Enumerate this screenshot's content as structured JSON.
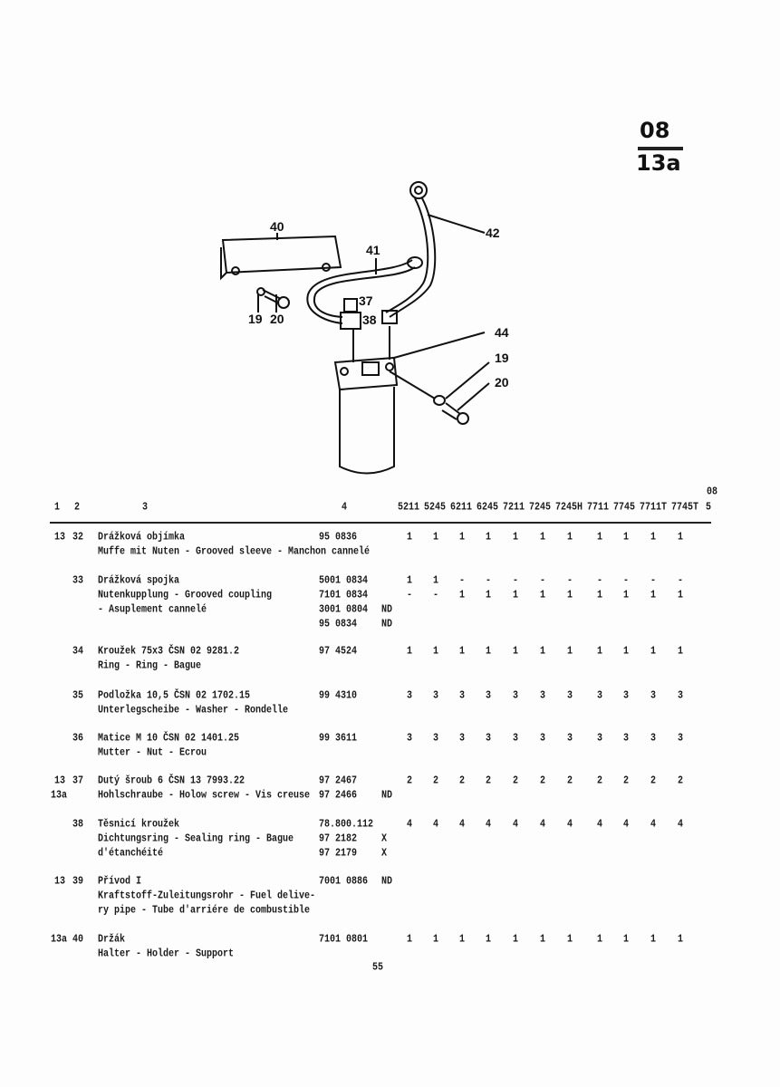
{
  "section": {
    "top": "08",
    "bottom": "13a"
  },
  "diagram": {
    "callouts": [
      "40",
      "41",
      "42",
      "37",
      "38",
      "19",
      "20",
      "44",
      "19",
      "20"
    ]
  },
  "table": {
    "corner_label": "08",
    "headers": {
      "c1": "1",
      "c2": "2",
      "c3": "3",
      "c4": "4",
      "c5": "5",
      "models": [
        "5211",
        "5245",
        "6211",
        "6245",
        "7211",
        "7245",
        "7245H",
        "7711",
        "7745",
        "7711T",
        "7745T"
      ]
    },
    "rows": [
      {
        "fig": "13",
        "pos": "32",
        "lines": [
          "Drážková objímka",
          "Muffe mit Nuten - Grooved sleeve - Manchon cannelé"
        ],
        "parts": [
          {
            "no": "95 0836",
            "note": "",
            "qty": [
              "1",
              "1",
              "1",
              "1",
              "1",
              "1",
              "1",
              "1",
              "1",
              "1",
              "1"
            ]
          }
        ]
      },
      {
        "fig": "",
        "pos": "33",
        "lines": [
          "Drážková spojka",
          "Nutenkupplung - Grooved coupling",
          "- Asuplement cannelé"
        ],
        "parts": [
          {
            "no": "5001 0834",
            "note": "",
            "qty": [
              "1",
              "1",
              "-",
              "-",
              "-",
              "-",
              "-",
              "-",
              "-",
              "-",
              "-"
            ]
          },
          {
            "no": "7101 0834",
            "note": "",
            "qty": [
              "-",
              "-",
              "1",
              "1",
              "1",
              "1",
              "1",
              "1",
              "1",
              "1",
              "1"
            ]
          },
          {
            "no": "3001 0804",
            "note": "ND",
            "qty": []
          },
          {
            "no": "95 0834",
            "note": "ND",
            "qty": []
          }
        ]
      },
      {
        "fig": "",
        "pos": "34",
        "lines": [
          "Kroužek 75x3 ČSN 02 9281.2",
          "Ring - Ring - Bague"
        ],
        "parts": [
          {
            "no": "97 4524",
            "note": "",
            "qty": [
              "1",
              "1",
              "1",
              "1",
              "1",
              "1",
              "1",
              "1",
              "1",
              "1",
              "1"
            ]
          }
        ]
      },
      {
        "fig": "",
        "pos": "35",
        "lines": [
          "Podložka 10,5 ČSN 02 1702.15",
          "Unterlegscheibe - Washer - Rondelle"
        ],
        "parts": [
          {
            "no": "99 4310",
            "note": "",
            "qty": [
              "3",
              "3",
              "3",
              "3",
              "3",
              "3",
              "3",
              "3",
              "3",
              "3",
              "3"
            ]
          }
        ]
      },
      {
        "fig": "",
        "pos": "36",
        "lines": [
          "Matice M 10 ČSN 02 1401.25",
          "Mutter - Nut - Ecrou"
        ],
        "parts": [
          {
            "no": "99 3611",
            "note": "",
            "qty": [
              "3",
              "3",
              "3",
              "3",
              "3",
              "3",
              "3",
              "3",
              "3",
              "3",
              "3"
            ]
          }
        ]
      },
      {
        "fig": "13",
        "fig2": "13a",
        "pos": "37",
        "lines": [
          "Dutý šroub 6 ČSN 13 7993.22",
          "Hohlschraube - Holow screw - Vis creuse"
        ],
        "parts": [
          {
            "no": "97 2467",
            "note": "",
            "qty": [
              "2",
              "2",
              "2",
              "2",
              "2",
              "2",
              "2",
              "2",
              "2",
              "2",
              "2"
            ]
          },
          {
            "no": "97 2466",
            "note": "ND",
            "qty": []
          }
        ]
      },
      {
        "fig": "",
        "pos": "38",
        "lines": [
          "Těsnicí kroužek",
          "Dichtungsring - Sealing ring - Bague",
          "d'étanchéité"
        ],
        "parts": [
          {
            "no": "78.800.112",
            "note": "",
            "qty": [
              "4",
              "4",
              "4",
              "4",
              "4",
              "4",
              "4",
              "4",
              "4",
              "4",
              "4"
            ]
          },
          {
            "no": "97 2182",
            "note": "X",
            "qty": []
          },
          {
            "no": "97 2179",
            "note": "X",
            "qty": []
          }
        ]
      },
      {
        "fig": "13",
        "pos": "39",
        "lines": [
          "Přívod I",
          "Kraftstoff-Zuleitungsrohr - Fuel delive-",
          "ry pipe - Tube d'arriére de combustible"
        ],
        "parts": [
          {
            "no": "7001 0886",
            "note": "ND",
            "qty": []
          }
        ]
      },
      {
        "fig": "13a",
        "pos": "40",
        "lines": [
          "Držák",
          "Halter - Holder - Support"
        ],
        "parts": [
          {
            "no": "7101 0801",
            "note": "",
            "qty": [
              "1",
              "1",
              "1",
              "1",
              "1",
              "1",
              "1",
              "1",
              "1",
              "1",
              "1"
            ]
          }
        ]
      }
    ]
  },
  "page_number": "55"
}
